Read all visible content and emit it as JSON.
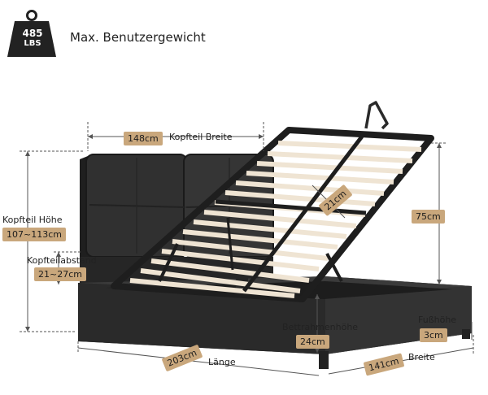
{
  "weight": {
    "value": "485",
    "unit": "LBS",
    "title": "Max. Benutzergewicht",
    "icon": "weight-icon"
  },
  "dimensions": {
    "headboard_width": {
      "value": "148cm",
      "label": "Kopfteil Breite"
    },
    "headboard_height": {
      "label": "Kopfteil Höhe",
      "value": "107~113cm"
    },
    "headboard_gap": {
      "label": "Kopfteilabstand",
      "value": "21~27cm"
    },
    "storage_depth": {
      "value": "21cm"
    },
    "total_height": {
      "value": "75cm"
    },
    "frame_height": {
      "label": "Bettrahmenhöhe",
      "value": "24cm"
    },
    "foot_height": {
      "label": "Fußhöhe",
      "value": "3cm"
    },
    "length": {
      "value": "203cm",
      "label": "Länge"
    },
    "width": {
      "value": "141cm",
      "label": "Breite"
    }
  },
  "colors": {
    "badge": "#c9a77c",
    "bed": "#2b2b2b",
    "slat": "#efe4d3",
    "line": "#555555"
  }
}
